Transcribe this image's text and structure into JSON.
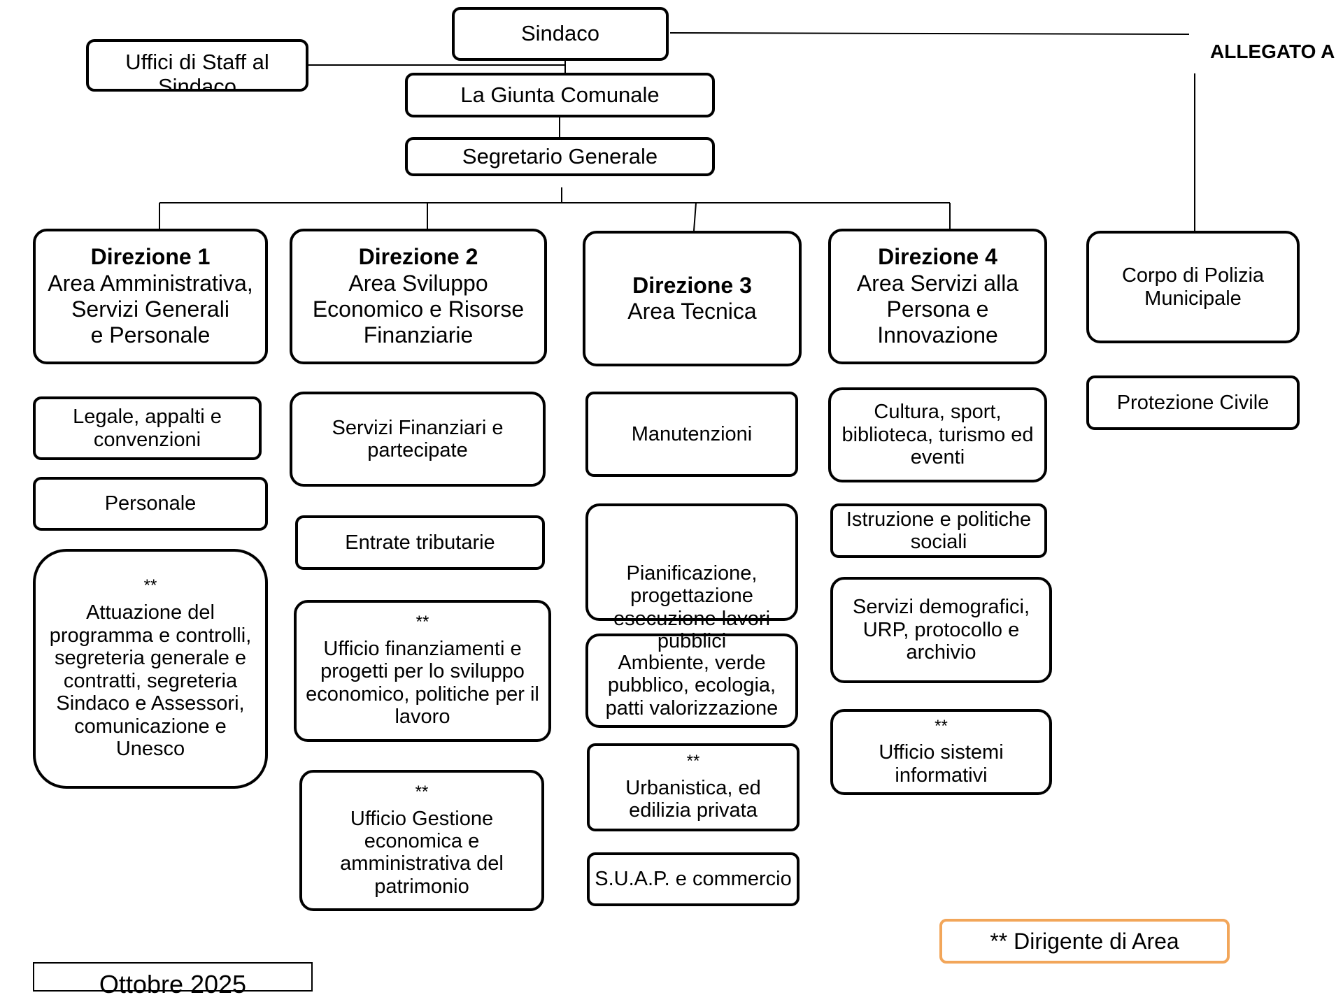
{
  "title_label": "ALLEGATO A",
  "top": {
    "sindaco": "Sindaco",
    "staff": "Uffici di Staff al\nSindaco",
    "giunta": "La Giunta Comunale",
    "segretario": "Segretario Generale"
  },
  "directions": [
    {
      "name": "Direzione 1",
      "area": "Area Amministrativa,\nServizi Generali\ne Personale"
    },
    {
      "name": "Direzione 2",
      "area": "Area Sviluppo\nEconomico e Risorse\nFinanziarie"
    },
    {
      "name": "Direzione 3",
      "area": "Area Tecnica"
    },
    {
      "name": "Direzione 4",
      "area": "Area Servizi alla\nPersona e\nInnovazione"
    }
  ],
  "polizia": "Corpo di Polizia\nMunicipale",
  "protezione": "Protezione Civile",
  "units": {
    "d1": [
      {
        "star": "",
        "label": "Legale, appalti e\nconvenzioni"
      },
      {
        "star": "",
        "label": "Personale"
      },
      {
        "star": "**",
        "label": "Attuazione del\nprogramma e controlli,\nsegreteria generale e\ncontratti,  segreteria\nSindaco e Assessori,\ncomunicazione e\nUnesco"
      }
    ],
    "d2": [
      {
        "star": "",
        "label": "Servizi Finanziari e\npartecipate"
      },
      {
        "star": "",
        "label": "Entrate tributarie"
      },
      {
        "star": "**",
        "label": "Ufficio finanziamenti e\nprogetti per lo sviluppo\neconomico, politiche per il\nlavoro"
      },
      {
        "star": "**",
        "label": "Ufficio Gestione\neconomica e\namministrativa del\npatrimonio"
      }
    ],
    "d3": [
      {
        "star": "",
        "label": "Manutenzioni"
      },
      {
        "star": "",
        "label": "Pianificazione,\nprogettazione\nesecuzione lavori\npubblici"
      },
      {
        "star": "",
        "label": "Ambiente, verde\npubblico, ecologia,\npatti valorizzazione"
      },
      {
        "star": "**",
        "label": "Urbanistica, ed\nedilizia privata"
      },
      {
        "star": "",
        "label": "S.U.A.P. e commercio"
      }
    ],
    "d4": [
      {
        "star": "",
        "label": "Cultura, sport,\nbiblioteca, turismo ed\neventi"
      },
      {
        "star": "",
        "label": "Istruzione e politiche\nsociali"
      },
      {
        "star": "",
        "label": "Servizi demografici,\nURP, protocollo e\narchivio"
      },
      {
        "star": "**",
        "label": "Ufficio sistemi\ninformativi"
      }
    ]
  },
  "legend": "** Dirigente di Area",
  "date": "Ottobre 2025",
  "colors": {
    "line": "#000000",
    "legend_border": "#f2a65a"
  }
}
